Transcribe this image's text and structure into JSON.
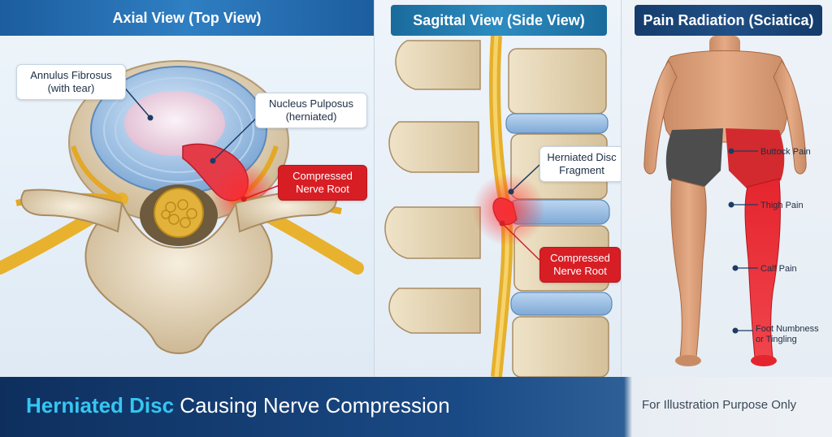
{
  "panels": {
    "axial": {
      "title": "Axial View (Top View)",
      "annulus": {
        "line1": "Annulus Fibrosus",
        "line2": "(with tear)"
      },
      "nucleus": {
        "line1": "Nucleus Pulposus",
        "line2": "(herniated)"
      },
      "nerve": {
        "line1": "Compressed",
        "line2": "Nerve Root"
      }
    },
    "sagittal": {
      "title": "Sagittal View (Side View)",
      "fragment": {
        "line1": "Herniated Disc",
        "line2": "Fragment"
      },
      "nerve": {
        "line1": "Compressed",
        "line2": "Nerve Root"
      }
    },
    "radiation": {
      "title": "Pain Radiation (Sciatica)",
      "buttock": "Buttock Pain",
      "thigh": "Thigh Pain",
      "calf": "Calf Pain",
      "foot": {
        "line1": "Foot Numbness",
        "line2": "or Tingling"
      }
    }
  },
  "footer": {
    "title_highlight": "Herniated Disc",
    "title_rest": " Causing Nerve Compression",
    "note": "For Illustration Purpose Only"
  },
  "colors": {
    "accent_blue": "#35c6f2",
    "alert_red": "#d81e25",
    "nerve_yellow": "#e8b22e",
    "bone": "#e9dcc2",
    "disc_blue": "#9fc3e6"
  }
}
